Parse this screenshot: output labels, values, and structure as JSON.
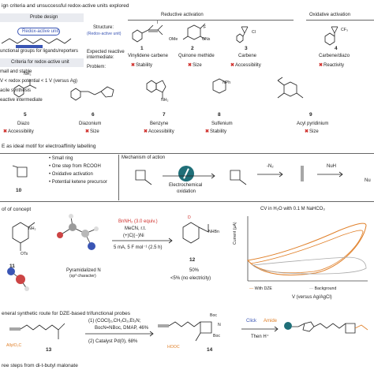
{
  "section_a": {
    "heading": "ign criteria and unsuccessful redox-active units explored",
    "probe_design_label": "Probe design",
    "redox_unit_label": "Redox-active unit",
    "functional_groups_label": "unctional groups for ligands/reporters",
    "criteria_label": "Criteria for redox-active unit",
    "criteria": [
      "mall and stable",
      "V < redox potential < 1 V (versus Ag)",
      "acile synthesis",
      "eactive intermediate"
    ],
    "reductive_activation": "Reductive activation",
    "oxidative_activation": "Oxidative activation",
    "structure_label": "Structure:",
    "structure_sub": "(Redox-active unit)",
    "expected_label": "Expected reactive",
    "intermediate_label": "intermediate:",
    "problem_label": "Problem:",
    "row1": [
      {
        "num": "1",
        "intermediate": "Vinylidene carbene",
        "problem": "Stability"
      },
      {
        "num": "2",
        "intermediate": "Quinone methide",
        "problem": "Size"
      },
      {
        "num": "3",
        "intermediate": "Carbene",
        "problem": "Accessibility"
      },
      {
        "num": "4",
        "intermediate": "Carbene/diazo",
        "problem": "Reactivity"
      }
    ],
    "row2": [
      {
        "num": "5",
        "intermediate": "Diazo",
        "problem": "Accessibility"
      },
      {
        "num": "6",
        "intermediate": "Diazonium",
        "problem": "Size"
      },
      {
        "num": "7",
        "intermediate": "Benzyne",
        "problem": "Accessibility"
      },
      {
        "num": "8",
        "intermediate": "Sulfenium",
        "problem": "Stability"
      },
      {
        "num": "9",
        "intermediate": "Acyl pyridinium",
        "problem": "Size"
      }
    ],
    "atoms": {
      "ons": "ONs",
      "ome": "OMe",
      "cl": "Cl",
      "cf3": "CF₃",
      "i": "I",
      "nh2": "NH₂",
      "nph": "NPh",
      "nh2b": "NH₂"
    }
  },
  "section_b": {
    "heading": "E as ideal motif for electroaffinity labelling",
    "bullets": [
      "Small ring",
      "One step from RCOOH",
      "Oxidative activation",
      "Potential ketene precursor"
    ],
    "compound_num": "10",
    "mechanism_label": "Mechanism of action",
    "electrochemical": "Electrochemical",
    "oxidation": "oxidation",
    "minus_n2": "-N₂",
    "nuh": "NuH",
    "nu": "Nu"
  },
  "section_c": {
    "heading": "of of concept",
    "compound_num": "11",
    "ots": "OTs",
    "nh2": "NH₂",
    "pyramidalized": "Pyramidalized N",
    "sp3": "(sp³ character)",
    "reagent1": "BnNH₂ (3.0 equiv.)",
    "reagent2": "MeCN, r.t.",
    "reagent3": "(+)C|(−)Ni",
    "reagent4": "5 mA, 5 F mol⁻¹ (2.5 h)",
    "product_num": "12",
    "yield": "50%",
    "control": "<5% (no electricity)",
    "nhbn": "NHBn",
    "d": "D"
  },
  "cv": {
    "title": "CV in H₂O with 0.1 M NaHCO₃",
    "ylabel": "Current (μA)",
    "xlabel": "V (versus Ag/AgCl)",
    "legend_dze": "With DZE",
    "legend_bg": "Background"
  },
  "section_d": {
    "heading": "eneral synthetic route for DZE-based trifunctional probes",
    "step1": "(1) (COCl)₂,CH₂Cl₂,Et₃N;",
    "step1b": "BocN=NBoc, DMAP, 46%",
    "step2": "(2) Catalyst Pd(0), 68%",
    "num13": "13",
    "num14": "14",
    "boc": "Boc",
    "n": "N",
    "allyl": "AllylO₂C",
    "hooc": "HOOC",
    "click": "Click",
    "amide": "Amide",
    "then": "Then H⁺",
    "footer": "ree steps from di-t-butyl malonate"
  },
  "colors": {
    "red": "#d0312d",
    "blue": "#3a55b4",
    "orange": "#e0802a",
    "bg_gray": "#e9ebf0",
    "teal": "#1f6f78"
  }
}
